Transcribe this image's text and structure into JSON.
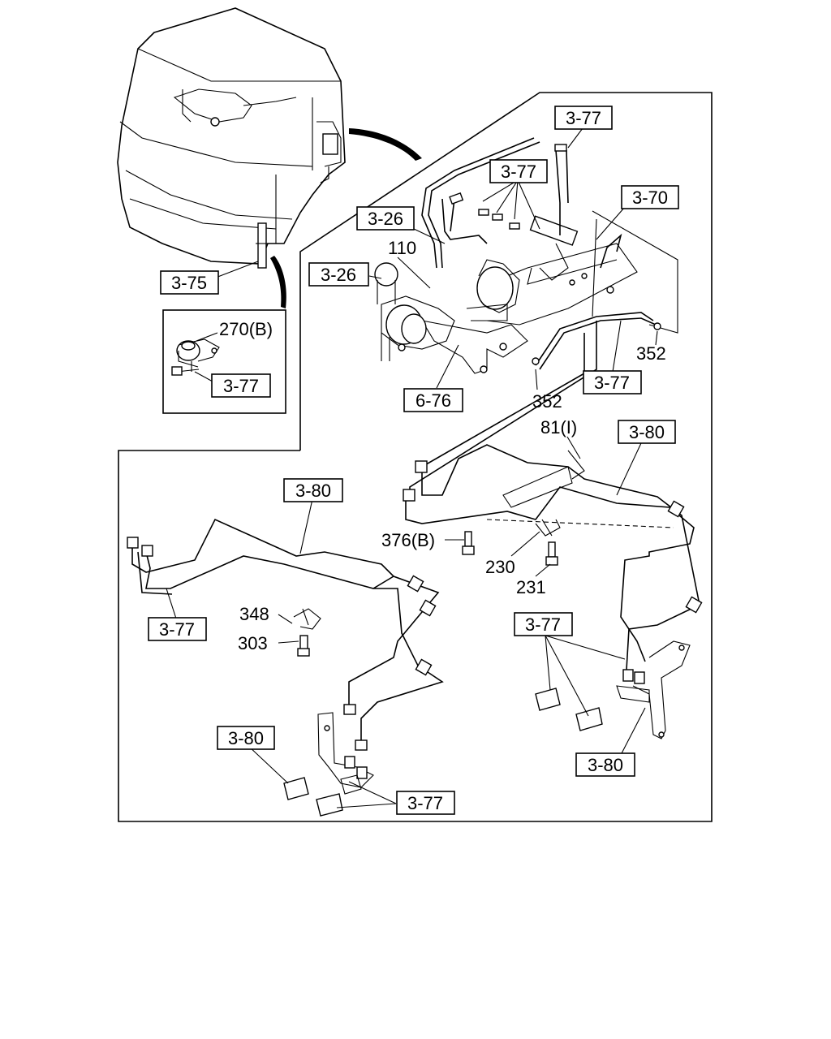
{
  "callouts": {
    "c377_top": "3-77",
    "c377_mid": "3-77",
    "c370": "3-70",
    "c326_a": "3-26",
    "c326_b": "3-26",
    "c375": "3-75",
    "c377_inset": "3-77",
    "c676": "6-76",
    "c377_right": "3-77",
    "c380_r1": "3-80",
    "c380_l1": "3-80",
    "c377_left": "3-77",
    "c377_br": "3-77",
    "c380_br": "3-80",
    "c380_bl": "3-80",
    "c377_bottom": "3-77"
  },
  "part_numbers": {
    "p110": "110",
    "p270b": "270(B)",
    "p352_a": "352",
    "p352_b": "352",
    "p81": "81(I)",
    "p376b": "376(B)",
    "p230": "230",
    "p231": "231",
    "p348": "348",
    "p303": "303"
  }
}
